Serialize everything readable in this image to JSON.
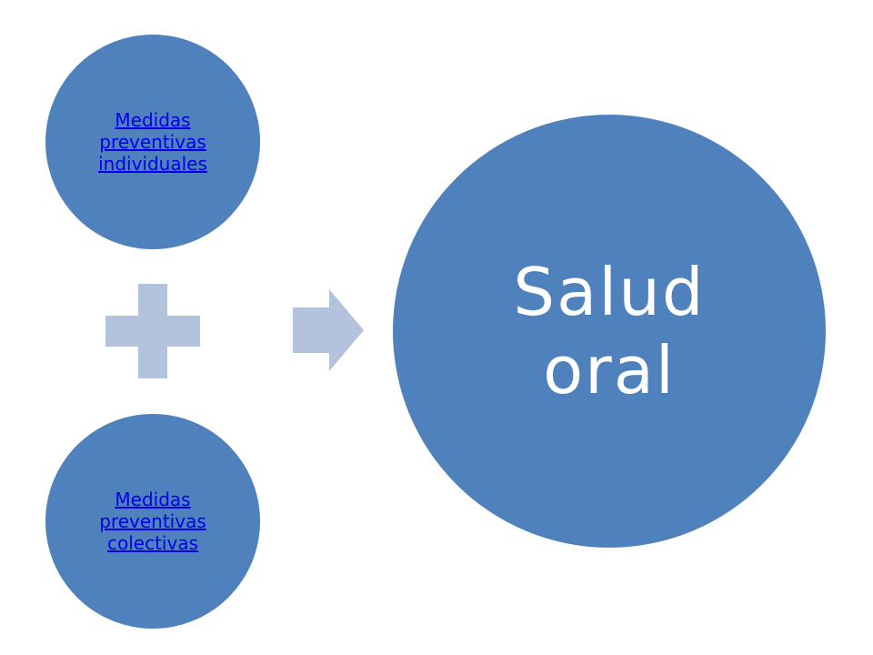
{
  "colors": {
    "circle_fill": "#4f81bd",
    "connector_fill": "#b3c3dd",
    "link_text": "#0000ee",
    "main_text": "#ffffff"
  },
  "individual_measures": {
    "line1": "Medidas",
    "line2": "preventivas",
    "line3": "individuales"
  },
  "collective_measures": {
    "line1": "Medidas",
    "line2": "preventivas",
    "line3": "colectivas"
  },
  "plus_symbol": {
    "icon": "plus-icon"
  },
  "arrow_symbol": {
    "icon": "arrow-right-icon"
  },
  "result": {
    "line1": "Salud",
    "line2": "oral"
  }
}
